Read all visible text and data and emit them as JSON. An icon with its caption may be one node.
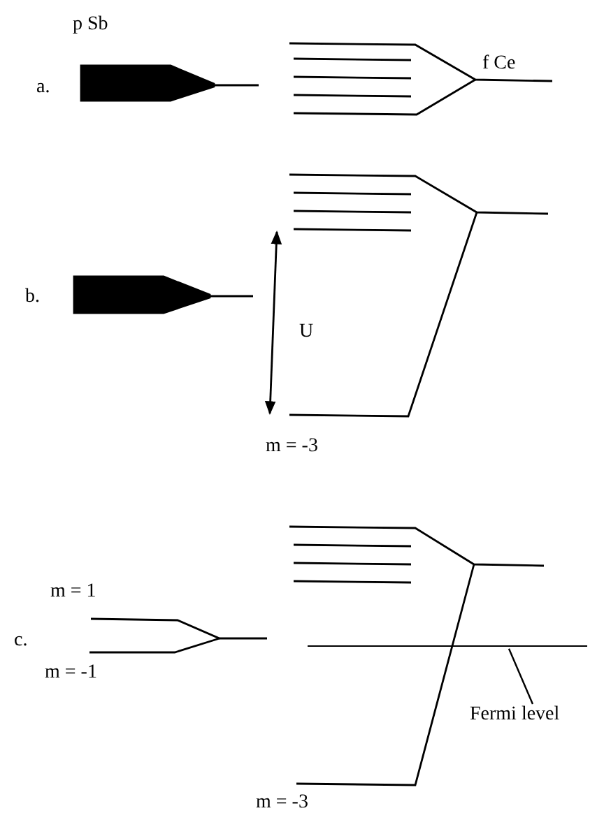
{
  "diagram": {
    "nodes": [
      {
        "text": [
          "Fermi level"
        ]
      },
      {
        "text": [],
        "shape": "bar"
      }
    ],
    "edges": [
      {
        "from": 0,
        "to": 1,
        "arrow": "none"
      }
    ],
    "labels": [
      "p Sb",
      "a.",
      "f Ce",
      "b.",
      "U",
      "m = -3",
      "m = 1",
      "c.",
      "m = -1",
      "m = -3"
    ]
  }
}
